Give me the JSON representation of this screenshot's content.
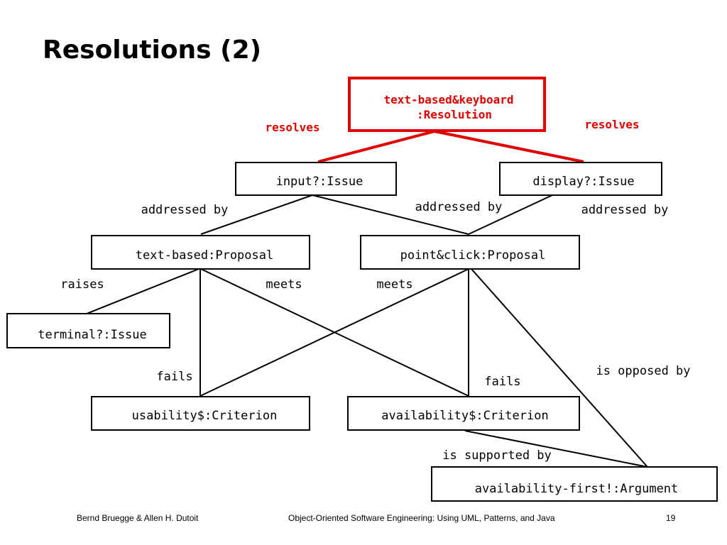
{
  "title": "Resolutions (2)",
  "resolution": {
    "line1": "text-based&keyboard",
    "line2": ":Resolution",
    "color": "#e00000"
  },
  "nodes": {
    "input_issue": "input?:Issue",
    "display_issue": "display?:Issue",
    "text_based_proposal": "text-based:Proposal",
    "point_click_proposal": "point&click:Proposal",
    "terminal_issue": "terminal?:Issue",
    "usability_criterion": "usability$:Criterion",
    "availability_criterion": "availability$:Criterion",
    "availability_argument": "availability-first!:Argument"
  },
  "edge_labels": {
    "resolves_left": "resolves",
    "resolves_right": "resolves",
    "addressed_by_1": "addressed by",
    "addressed_by_2": "addressed by",
    "addressed_by_3": "addressed by",
    "raises": "raises",
    "meets_1": "meets",
    "meets_2": "meets",
    "fails_1": "fails",
    "fails_2": "fails",
    "is_opposed_by": "is opposed by",
    "is_supported_by": "is supported by"
  },
  "footer": {
    "authors": "Bernd Bruegge & Allen H. Dutoit",
    "book": "Object-Oriented Software Engineering: Using UML, Patterns, and Java",
    "page": "19"
  }
}
